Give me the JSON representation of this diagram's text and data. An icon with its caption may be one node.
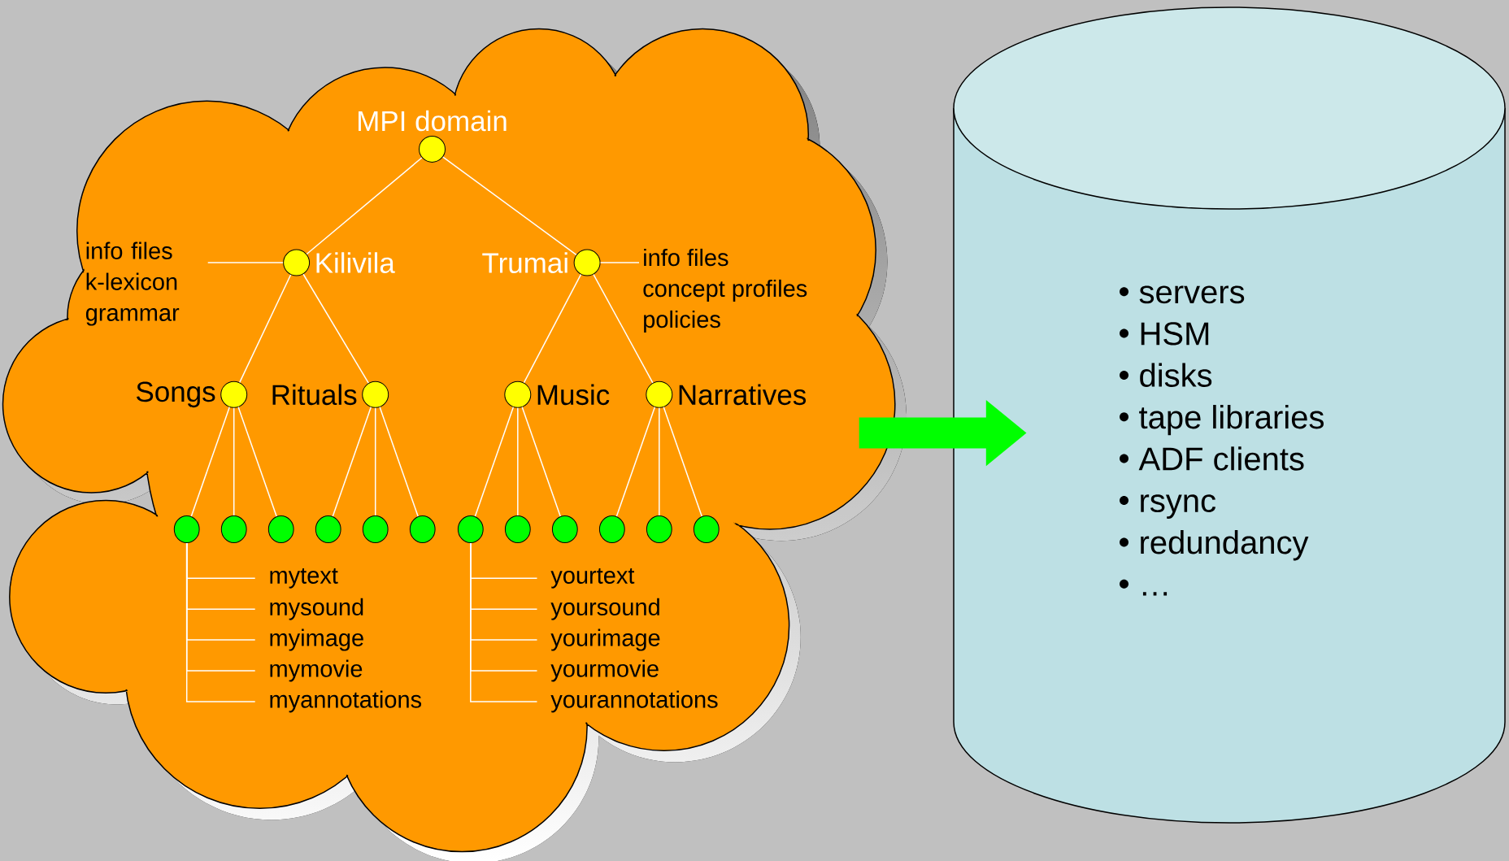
{
  "diagram": {
    "nodes": [
      {
        "text": [],
        "shape": "cloud"
      },
      {
        "text": [
          "MPI domain"
        ],
        "in": 0
      },
      {
        "text": [
          "Kilivila"
        ],
        "in": 0
      },
      {
        "text": [
          "Trumai"
        ],
        "in": 0
      },
      {
        "text": [
          "Songs"
        ],
        "in": 0
      },
      {
        "text": [
          "Rituals"
        ],
        "in": 0
      },
      {
        "text": [
          "Music"
        ],
        "in": 0
      },
      {
        "text": [
          "Narratives"
        ],
        "in": 0
      },
      {
        "text": [],
        "shape": "circle",
        "in": 0
      },
      {
        "text": [],
        "shape": "circle",
        "in": 0
      },
      {
        "text": [],
        "shape": "circle",
        "in": 0
      },
      {
        "text": [],
        "shape": "circle",
        "in": 0
      },
      {
        "text": [],
        "shape": "circle",
        "in": 0
      },
      {
        "text": [],
        "shape": "circle",
        "in": 0
      },
      {
        "text": [],
        "shape": "circle",
        "in": 0
      },
      {
        "text": [],
        "shape": "circle",
        "in": 0
      },
      {
        "text": [],
        "shape": "circle",
        "in": 0
      },
      {
        "text": [],
        "shape": "circle",
        "in": 0
      },
      {
        "text": [],
        "shape": "circle",
        "in": 0
      },
      {
        "text": [],
        "shape": "circle",
        "in": 0
      },
      {
        "text": [
          "info files",
          "k-lexicon",
          "grammar"
        ],
        "in": 0
      },
      {
        "text": [
          "info files",
          "concept profiles",
          "policies"
        ],
        "in": 0
      },
      {
        "text": [
          "mytext"
        ],
        "in": 0
      },
      {
        "text": [
          "mysound"
        ],
        "in": 0
      },
      {
        "text": [
          "myimage"
        ],
        "in": 0
      },
      {
        "text": [
          "mymovie"
        ],
        "in": 0
      },
      {
        "text": [
          "myannotations"
        ],
        "in": 0
      },
      {
        "text": [
          "yourtext"
        ],
        "in": 0
      },
      {
        "text": [
          "yoursound"
        ],
        "in": 0
      },
      {
        "text": [
          "yourimage"
        ],
        "in": 0
      },
      {
        "text": [
          "yourmovie"
        ],
        "in": 0
      },
      {
        "text": [
          "yourannotations"
        ],
        "in": 0
      },
      {
        "text": [
          "servers",
          "HSM",
          "disks",
          "tape libraries",
          "ADF clients",
          "rsync",
          "redundancy",
          "…"
        ]
      }
    ],
    "edges": [
      {
        "from": 1,
        "to": 2,
        "arrow": "none"
      },
      {
        "from": 1,
        "to": 3,
        "arrow": "none"
      },
      {
        "from": 2,
        "to": 4,
        "arrow": "none"
      },
      {
        "from": 2,
        "to": 5,
        "arrow": "none"
      },
      {
        "from": 3,
        "to": 6,
        "arrow": "none"
      },
      {
        "from": 3,
        "to": 7,
        "arrow": "none"
      },
      {
        "from": 4,
        "to": 8,
        "arrow": "none"
      },
      {
        "from": 4,
        "to": 9,
        "arrow": "none"
      },
      {
        "from": 4,
        "to": 10,
        "arrow": "none"
      },
      {
        "from": 5,
        "to": 11,
        "arrow": "none"
      },
      {
        "from": 5,
        "to": 12,
        "arrow": "none"
      },
      {
        "from": 5,
        "to": 13,
        "arrow": "none"
      },
      {
        "from": 6,
        "to": 14,
        "arrow": "none"
      },
      {
        "from": 6,
        "to": 15,
        "arrow": "none"
      },
      {
        "from": 6,
        "to": 16,
        "arrow": "none"
      },
      {
        "from": 7,
        "to": 17,
        "arrow": "none"
      },
      {
        "from": 7,
        "to": 18,
        "arrow": "none"
      },
      {
        "from": 7,
        "to": 19,
        "arrow": "none"
      },
      {
        "from": 20,
        "to": 2,
        "arrow": "none"
      },
      {
        "from": 3,
        "to": 21,
        "arrow": "none"
      },
      {
        "from": 8,
        "to": 22,
        "arrow": "none"
      },
      {
        "from": 8,
        "to": 23,
        "arrow": "none"
      },
      {
        "from": 8,
        "to": 24,
        "arrow": "none"
      },
      {
        "from": 8,
        "to": 25,
        "arrow": "none"
      },
      {
        "from": 8,
        "to": 26,
        "arrow": "none"
      },
      {
        "from": 14,
        "to": 27,
        "arrow": "none"
      },
      {
        "from": 14,
        "to": 28,
        "arrow": "none"
      },
      {
        "from": 14,
        "to": 29,
        "arrow": "none"
      },
      {
        "from": 14,
        "to": 30,
        "arrow": "none"
      },
      {
        "from": 14,
        "to": 31,
        "arrow": "none"
      },
      {
        "from": 0,
        "to": 32,
        "arrow": "to",
        "style": "thick",
        "color": "#00ff00"
      }
    ]
  }
}
